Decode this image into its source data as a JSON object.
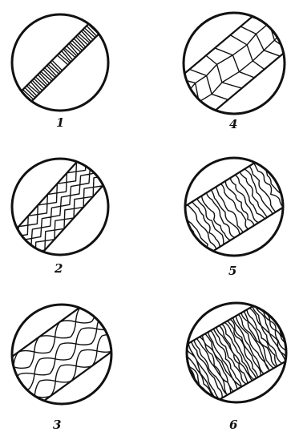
{
  "panels": [
    {
      "id": "p1",
      "label": "1",
      "texture": "fine-transverse-hatch"
    },
    {
      "id": "p2",
      "label": "2",
      "texture": "elongated-cells"
    },
    {
      "id": "p3",
      "label": "3",
      "texture": "large-diamond-cells"
    },
    {
      "id": "p4",
      "label": "4",
      "texture": "polygonal-grains"
    },
    {
      "id": "p5",
      "label": "5",
      "texture": "wavy-longitudinal-lines"
    },
    {
      "id": "p6",
      "label": "6",
      "texture": "dense-wavy-lines"
    }
  ]
}
